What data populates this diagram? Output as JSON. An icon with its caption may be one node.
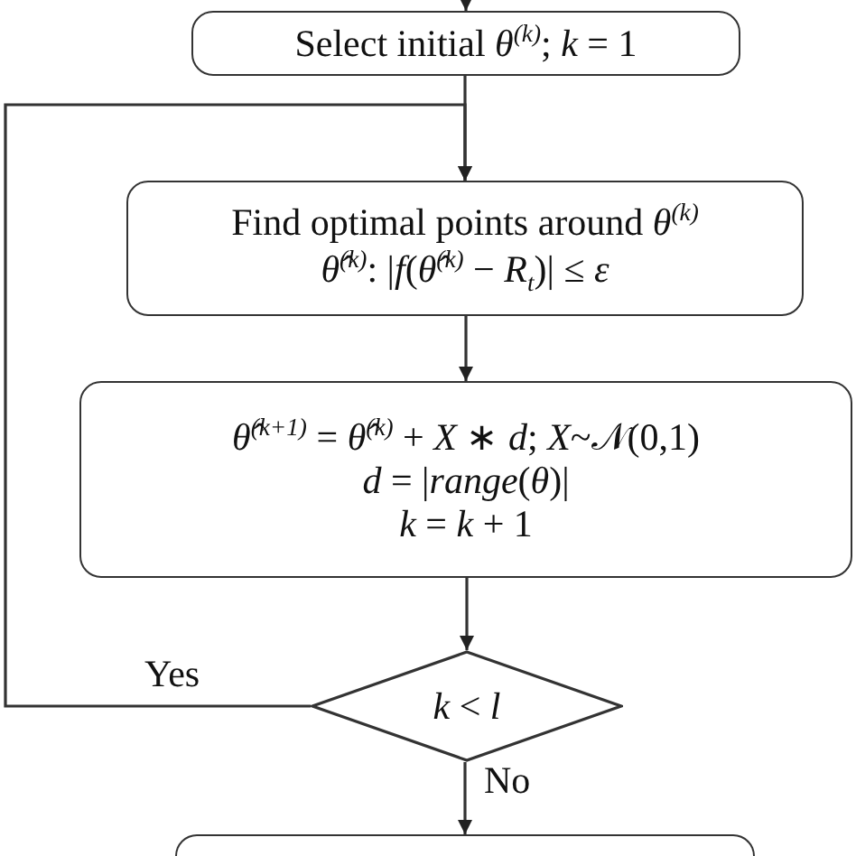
{
  "diagram": {
    "nodes": [
      {
        "text": [
          "Select initial *θ*$^{(k)}$;  *k* = 1"
        ]
      },
      {
        "text": [
          "Find optimal points around *θ*$^{(k)}$",
          "*θ̂*$^{(k)}$: |*f*(*θ̂*$^{(k)}$ − *R*$_{t}$)| ≤ *ε*"
        ]
      },
      {
        "text": [
          "*θ̂*$^{(k+1)}$ = *θ̂*$^{(k)}$ + *X* ∗ *d*;  *X*~𝒩(0,1)",
          "*d* = |*range*(*θ*)|",
          "*k* = *k* + 1"
        ]
      },
      {
        "text": [
          "*k* < *l*"
        ]
      },
      {
        "text": [],
        "shape": "box"
      }
    ],
    "edges": [
      {
        "from": null,
        "to": 0,
        "arrow": "to"
      },
      {
        "from": 0,
        "to": 1,
        "arrow": "to"
      },
      {
        "from": 3,
        "to": 1,
        "arrow": "to",
        "label": "Yes"
      },
      {
        "from": 1,
        "to": 2,
        "arrow": "to"
      },
      {
        "from": 2,
        "to": 3,
        "arrow": "to"
      },
      {
        "from": 3,
        "to": 4,
        "arrow": "to",
        "label": "No"
      }
    ]
  }
}
